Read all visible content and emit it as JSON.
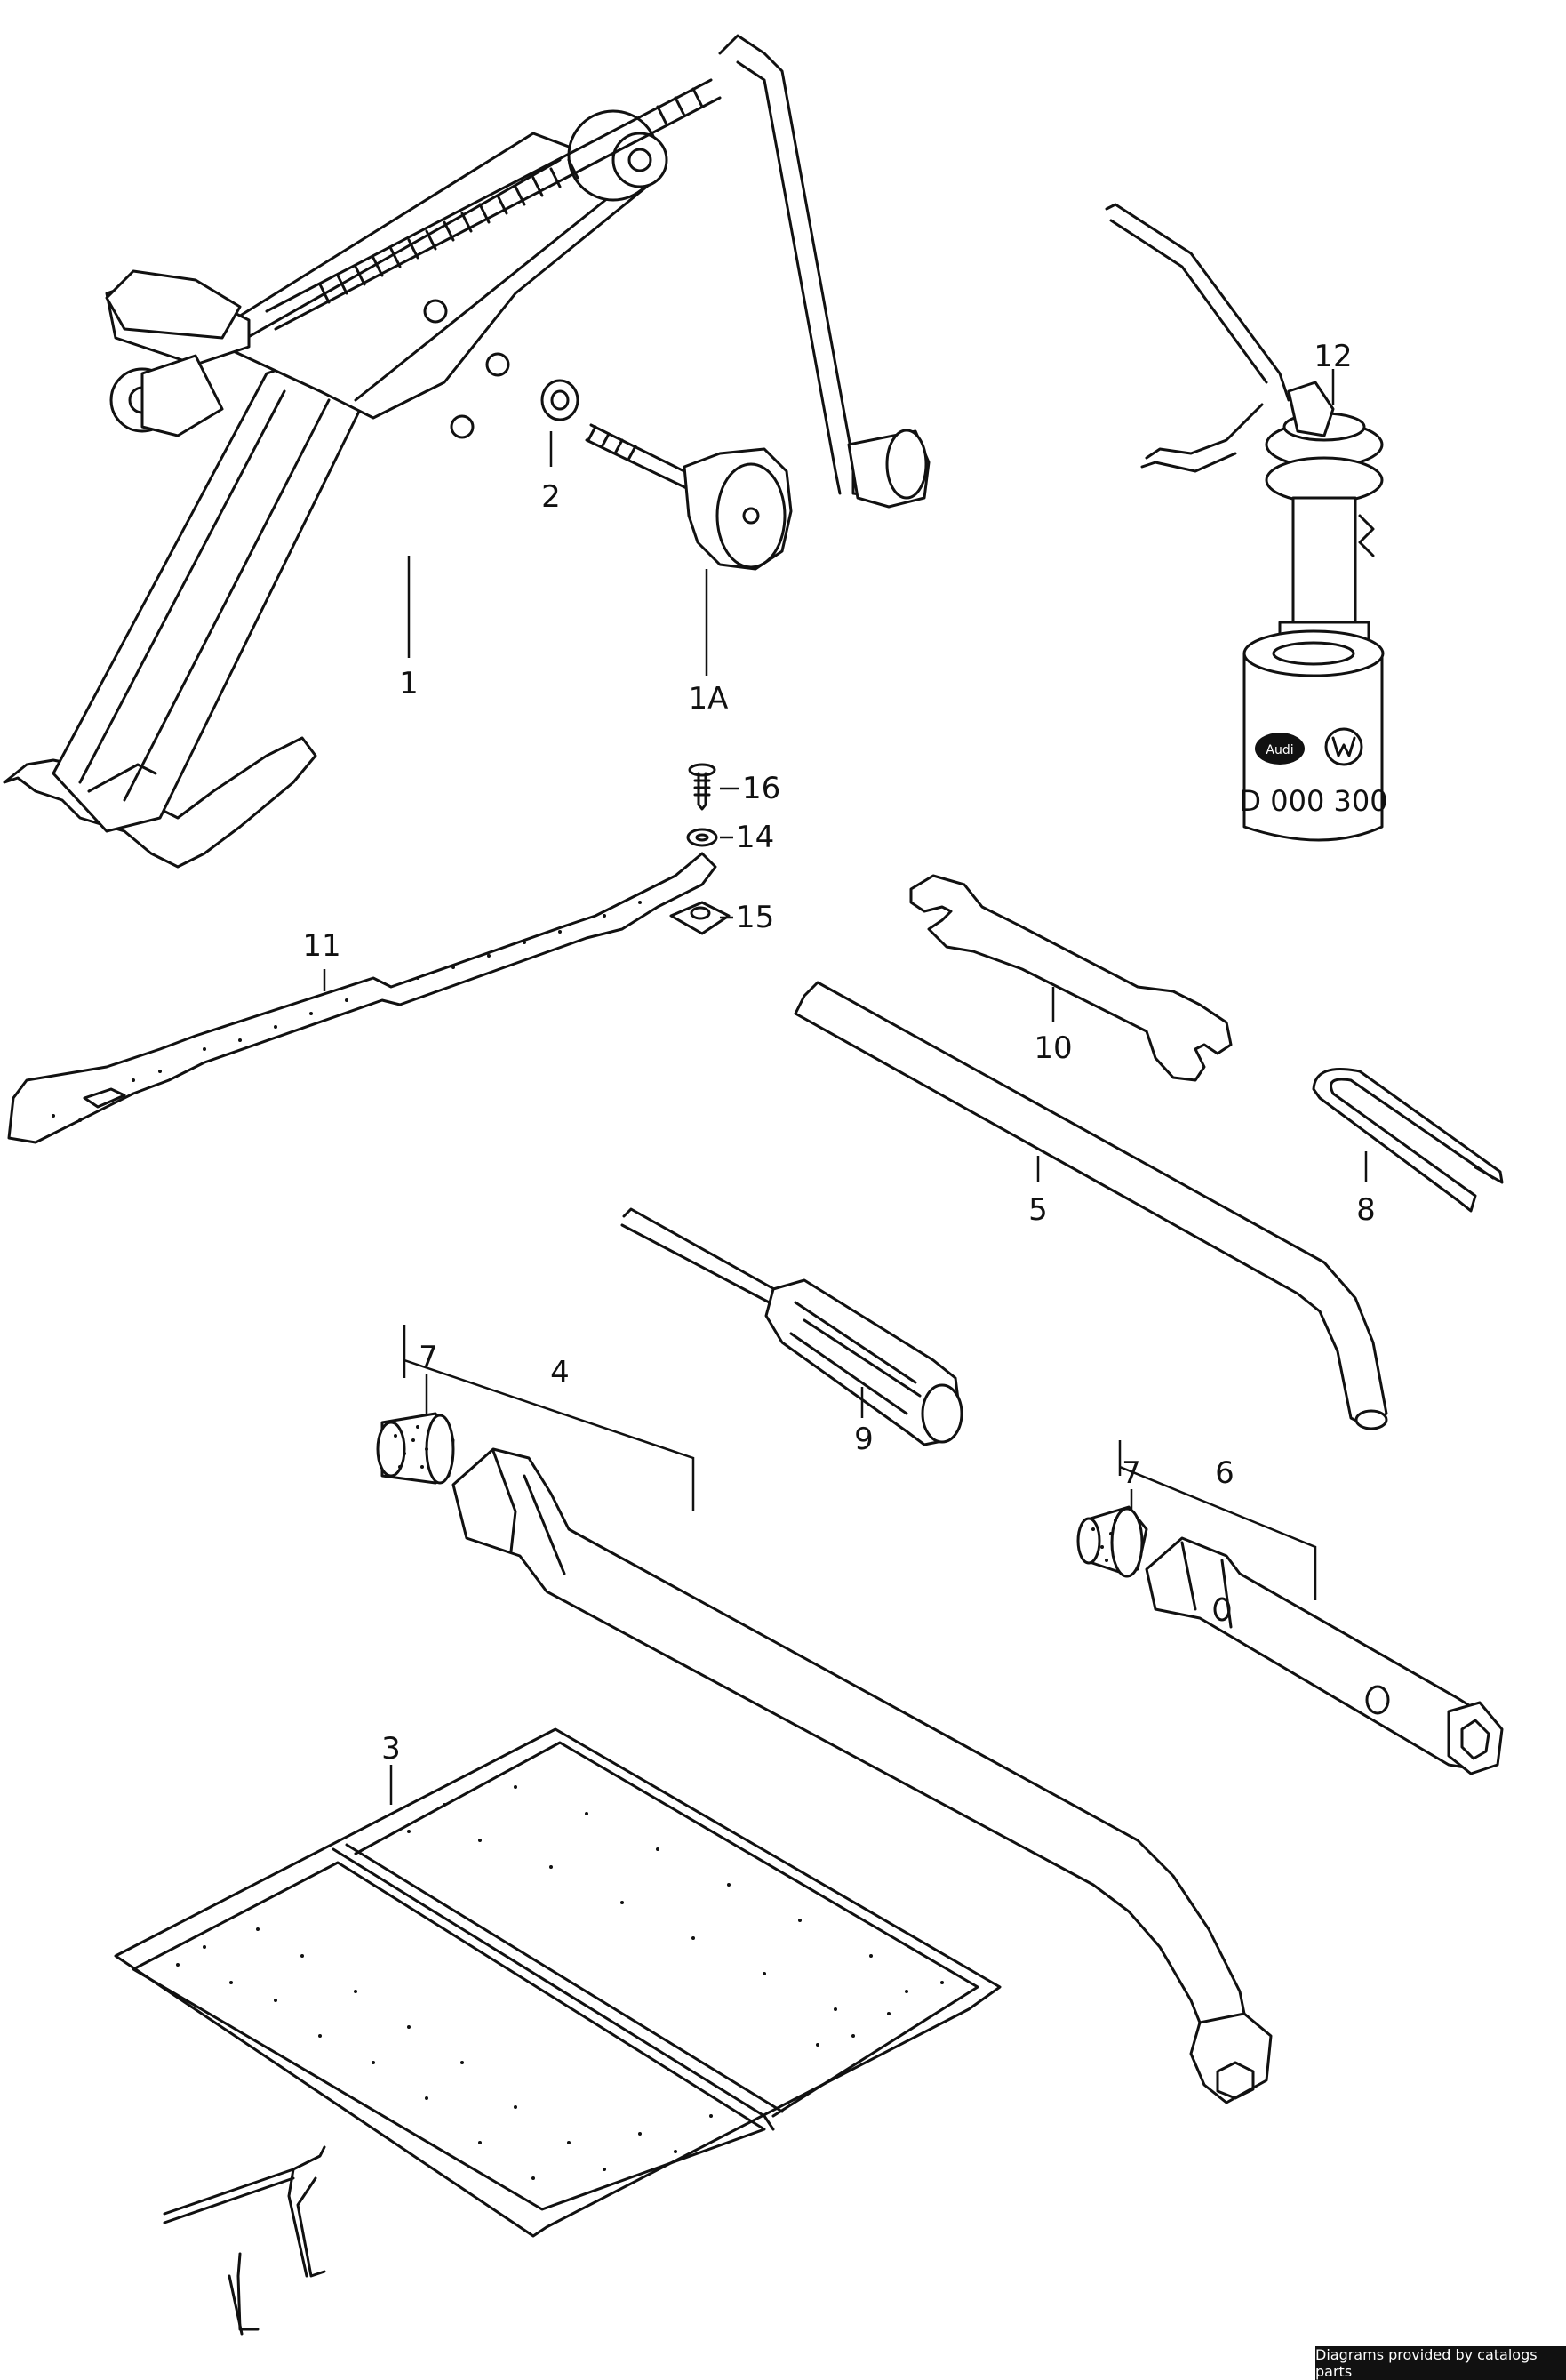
{
  "callouts": {
    "jack": "1",
    "jack_knob": "1A",
    "washer_2": "2",
    "bag": "3",
    "wheel_brace": "4",
    "bar": "5",
    "box_spanner": "6",
    "sleeve_left": "7",
    "sleeve_right": "7",
    "clip": "8",
    "screwdriver": "9",
    "spanner": "10",
    "strap": "11",
    "pump": "12",
    "washer_14": "14",
    "nut_15": "15",
    "screw_16": "16"
  },
  "pump_label": {
    "brand_left": "Audi",
    "code": "D 000 300"
  },
  "footer": "Diagrams provided by catalogs parts"
}
